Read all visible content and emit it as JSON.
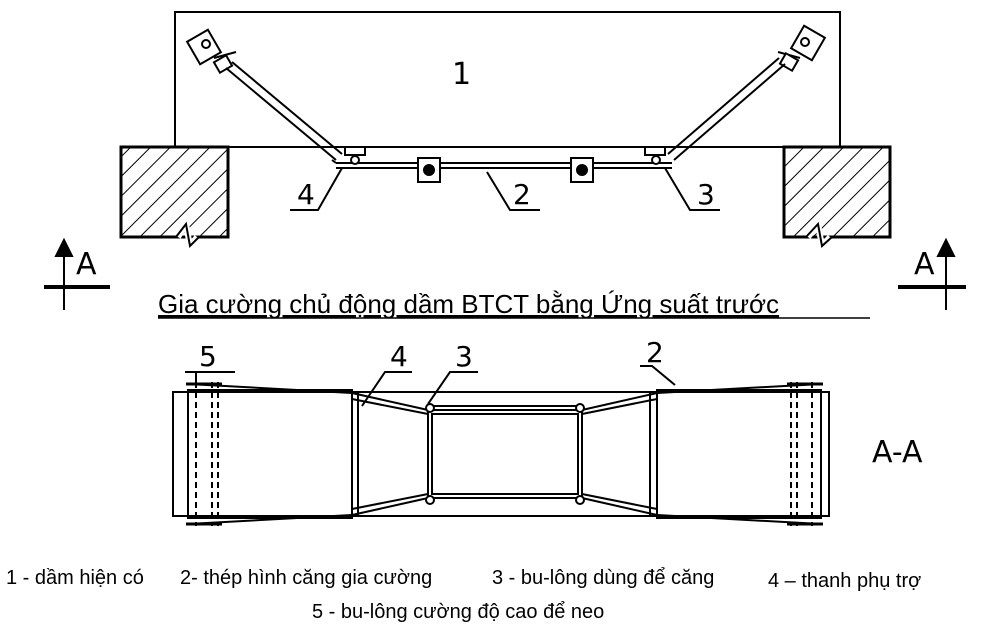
{
  "elevation": {
    "label_beam": "1",
    "label_anchor_bar": "4",
    "label_tension_steel": "2",
    "label_tension_bolt": "3",
    "section_mark_left": "A",
    "section_mark_right": "A"
  },
  "title": "Gia cường chủ động dầm BTCT bằng Ứng suất trước",
  "plan": {
    "label_anchor_bolt": "5",
    "label_anchor_bar": "4",
    "label_tension_bolt": "3",
    "label_tension_steel": "2",
    "section_label": "A-A"
  },
  "legend": [
    "1 - dầm hiện có",
    "2- thép hình căng gia cường",
    "3 - bu-lông dùng để căng",
    "4 – thanh phụ trợ",
    "5 - bu-lông cường độ cao để neo"
  ]
}
